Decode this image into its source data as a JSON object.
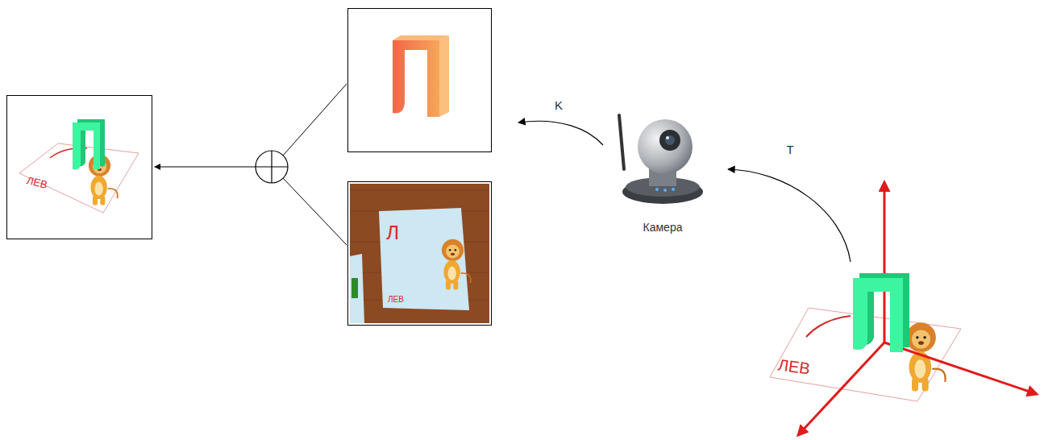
{
  "diagram": {
    "nodes": [
      {
        "text": [
          "Камера"
        ]
      }
    ],
    "labels": [
      "K",
      "T",
      "ЛЕВ",
      "Л",
      "ЛЕВ",
      "ЛЕВ"
    ]
  }
}
